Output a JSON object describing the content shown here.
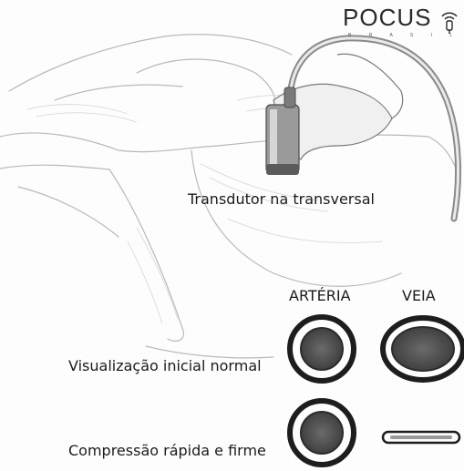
{
  "logo": {
    "text": "POCUS",
    "subtext": "B R A S I L",
    "icon": "ultrasound-probe-icon"
  },
  "labels": {
    "transducer": "Transdutor na transversal",
    "artery": "ARTÉRIA",
    "vein": "VEIA",
    "initial_view": "Visualização inicial normal",
    "compression": "Compressão rápida e firme"
  }
}
